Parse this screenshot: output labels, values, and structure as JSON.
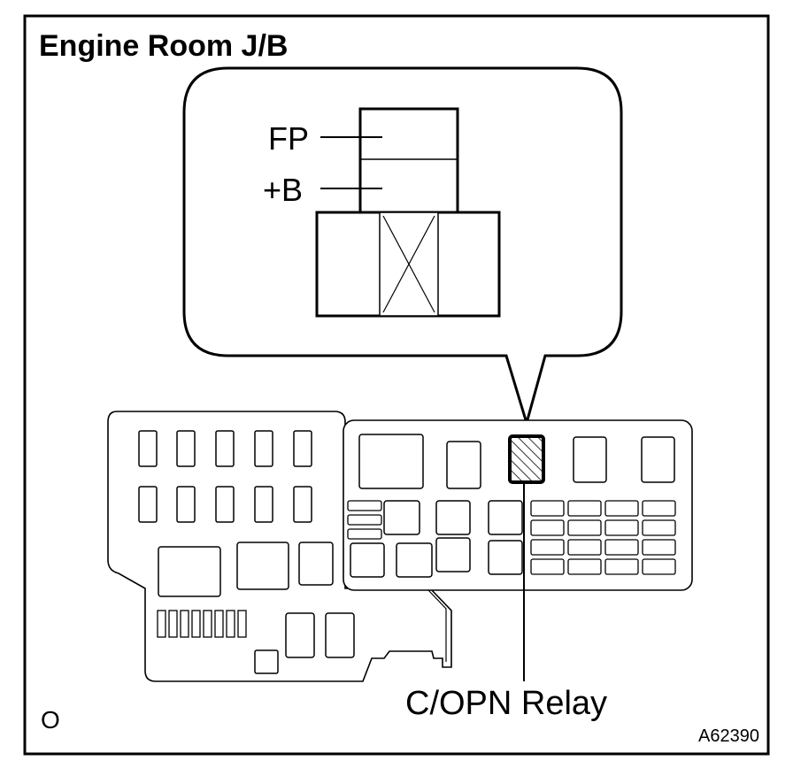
{
  "title": "Engine Room J/B",
  "terminals": [
    {
      "label": "FP"
    },
    {
      "label": "+B"
    }
  ],
  "relay_label": "C/OPN Relay",
  "corner_mark": "O",
  "figure_id": "A62390",
  "colors": {
    "ink": "#000000",
    "background": "#ffffff"
  }
}
